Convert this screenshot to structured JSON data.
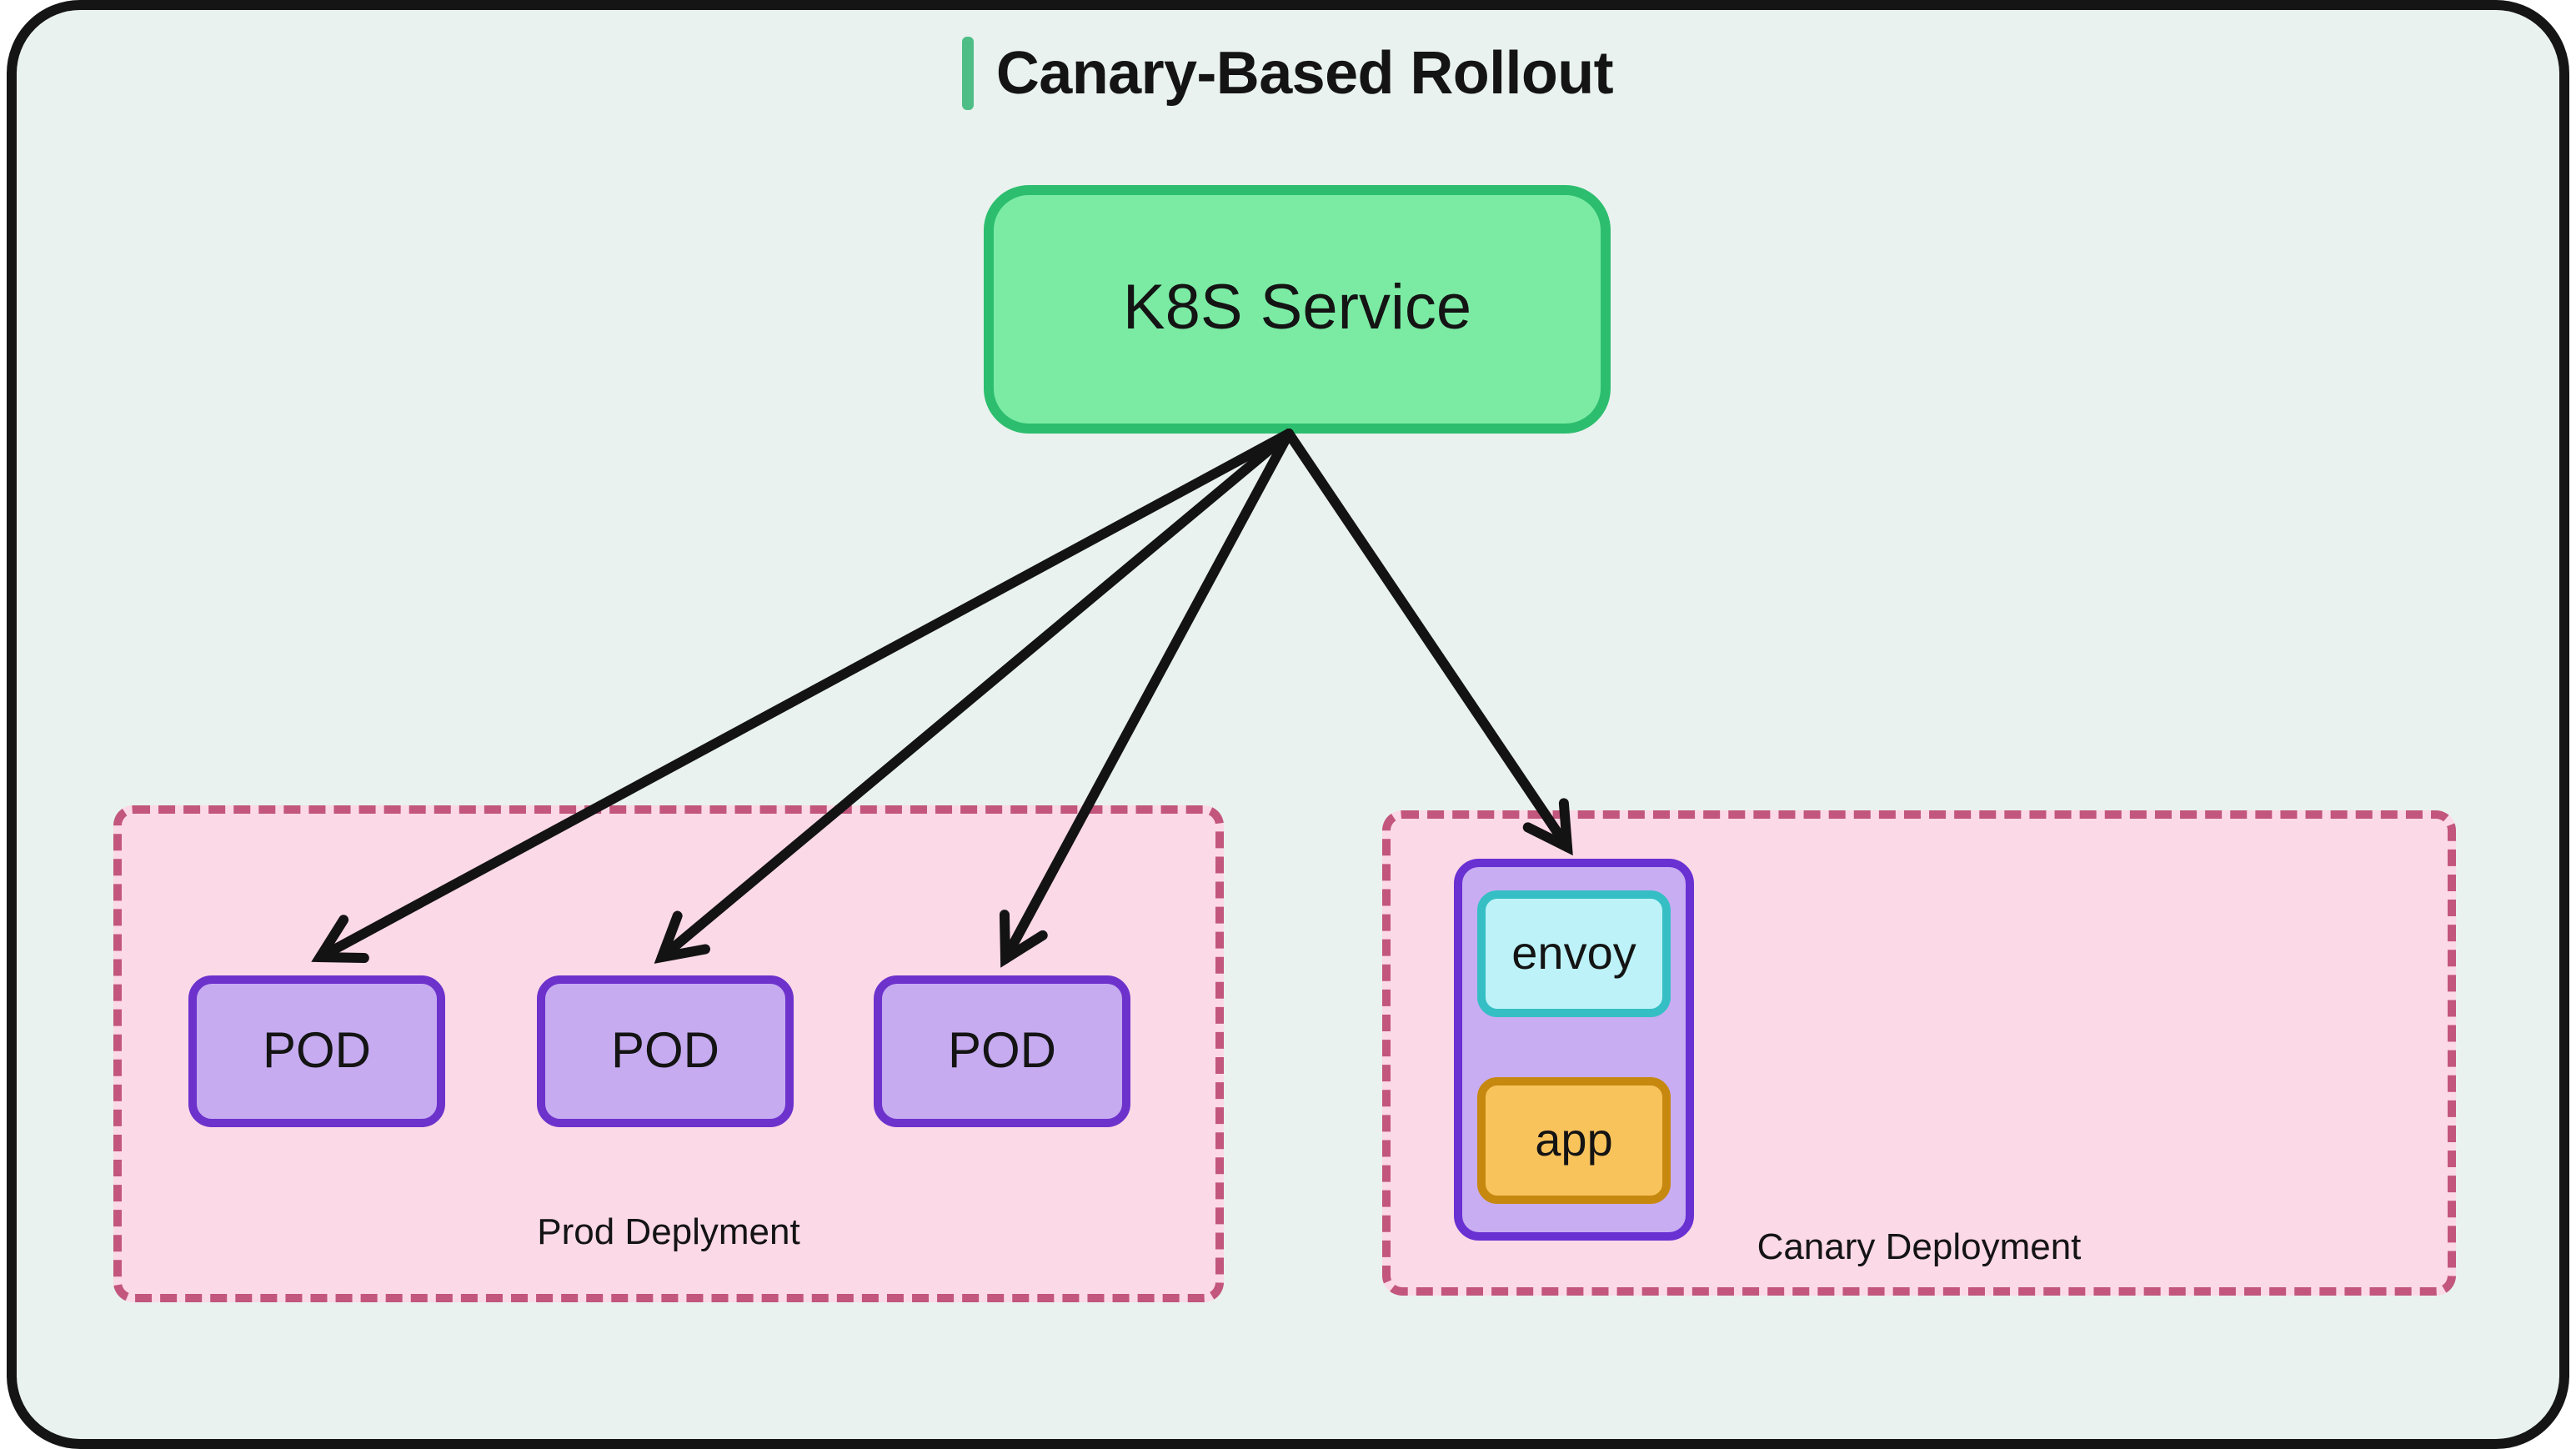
{
  "title": {
    "text": "Canary-Based Rollout"
  },
  "service": {
    "label": "K8S Service"
  },
  "prod_deployment": {
    "label": "Prod Deplyment",
    "pods": [
      "POD",
      "POD",
      "POD"
    ]
  },
  "canary_deployment": {
    "label": "Canary Deployment",
    "pod_containers": [
      "envoy",
      "app"
    ]
  },
  "colors": {
    "canvas_background": "#E9F2EE",
    "frame_border": "#151515",
    "title_accent": "#4EBE86",
    "service_fill": "#7BEBA4",
    "service_border": "#2CBE6E",
    "deployment_fill": "#FCD9E7",
    "deployment_border": "#C2567C",
    "pod_fill": "#C6ABF1",
    "pod_border": "#6D32CC",
    "canary_pod_fill": "#C9ADF3",
    "canary_pod_border": "#6930D2",
    "envoy_fill": "#BDF3F8",
    "envoy_border": "#35BFC5",
    "app_fill": "#F9C35C",
    "app_border": "#C6880F",
    "arrow": "#131313",
    "text": "#141414"
  }
}
